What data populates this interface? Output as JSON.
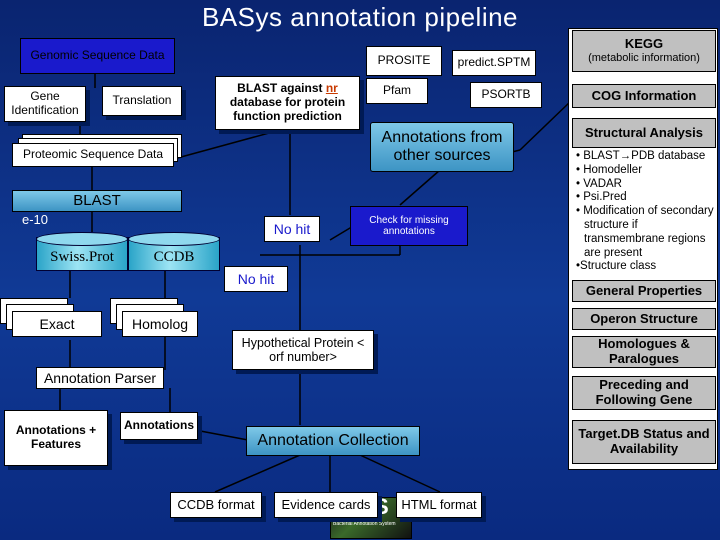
{
  "title": "BASys annotation pipeline",
  "left": {
    "genomic": "Genomic Sequence Data",
    "gene_id": "Gene Identification",
    "translation": "Translation",
    "proteomic": "Proteomic Sequence Data",
    "blast": "BLAST",
    "evalue": "e-10",
    "swissprot": "Swiss.Prot",
    "ccdb": "CCDB",
    "exact": "Exact",
    "homolog": "Homolog",
    "parser": "Annotation Parser",
    "ann_features": "Annotations + Features",
    "annotations": "Annotations"
  },
  "middle": {
    "blast_nr_1": "BLAST against ",
    "blast_nr_nr": "nr",
    "blast_nr_2": " database for protein function prediction",
    "no_hit_1": "No hit",
    "no_hit_2": "No hit",
    "check_missing": "Check for missing annotations",
    "hypothetical": "Hypothetical Protein < orf number>",
    "collection": "Annotation Collection",
    "ccdb_format": "CCDB format",
    "evidence": "Evidence cards",
    "html_format": "HTML format"
  },
  "sources": {
    "prosite": "PROSITE",
    "predict": "predict.SPTM",
    "pfam": "Pfam",
    "psortb": "PSORTB",
    "other": "Annotations from other sources"
  },
  "right": {
    "kegg": "KEGG",
    "kegg_sub": "(metabolic information)",
    "cog": "COG Information",
    "structural": "Structural Analysis",
    "structural_items": [
      "• BLAST→PDB database",
      "• Homodeller",
      "• VADAR",
      "• Psi.Pred",
      "• Modification of secondary structure if transmembrane regions are present",
      "•Structure class"
    ],
    "general": "General Properties",
    "operon": "Operon Structure",
    "homologues": "Homologues & Paralogues",
    "preceding": "Preceding and Following Gene",
    "target": "Target.DB Status and Availability"
  },
  "logo": {
    "letter": "S",
    "caption": "Bacterial Annotation System"
  }
}
